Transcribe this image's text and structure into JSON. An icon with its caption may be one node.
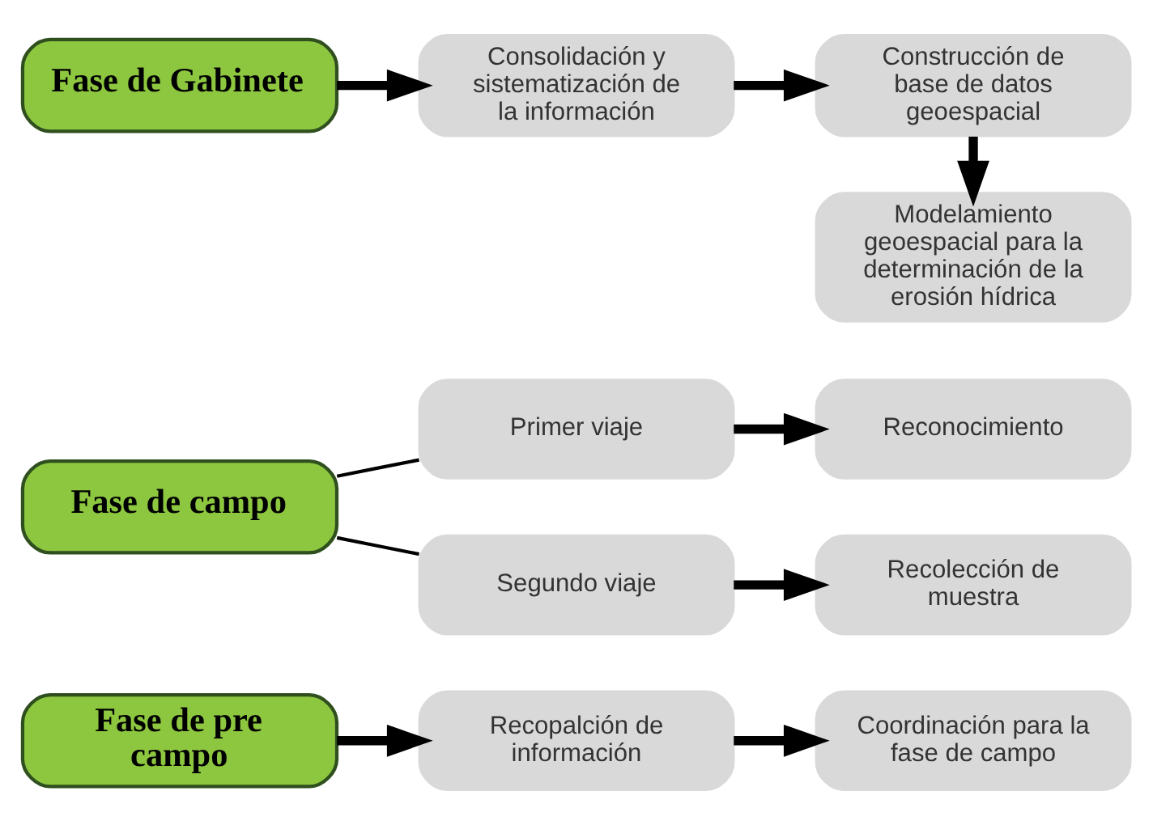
{
  "diagram": {
    "nodes": [
      {
        "text": [
          "Fase de pre campo"
        ]
      },
      {
        "text": [
          "Recopalción de información"
        ]
      },
      {
        "text": [
          "Coordinación para la fase de campo"
        ]
      },
      {
        "text": [
          "Fase de campo"
        ]
      },
      {
        "text": [
          "Primer viaje"
        ]
      },
      {
        "text": [
          "Reconocimiento"
        ]
      },
      {
        "text": [
          "Segundo viaje"
        ]
      },
      {
        "text": [
          "Recolección de muestra"
        ]
      },
      {
        "text": [
          "Fase de Gabinete"
        ]
      },
      {
        "text": [
          "Consolidación y sistematización de la información"
        ]
      },
      {
        "text": [
          "Construcción de base de datos geoespacial"
        ]
      },
      {
        "text": [
          "Modelamiento geoespacial para la determinación de la erosión hídrica"
        ]
      }
    ],
    "edges": [
      {
        "from": 0,
        "to": 1,
        "arrow": "to"
      },
      {
        "from": 1,
        "to": 2,
        "arrow": "to"
      },
      {
        "from": 3,
        "to": 4,
        "arrow": "none"
      },
      {
        "from": 3,
        "to": 6,
        "arrow": "none"
      },
      {
        "from": 4,
        "to": 5,
        "arrow": "to"
      },
      {
        "from": 6,
        "to": 7,
        "arrow": "to"
      },
      {
        "from": 8,
        "to": 9,
        "arrow": "to"
      },
      {
        "from": 9,
        "to": 10,
        "arrow": "to"
      },
      {
        "from": 10,
        "to": 11,
        "arrow": "to"
      }
    ]
  }
}
